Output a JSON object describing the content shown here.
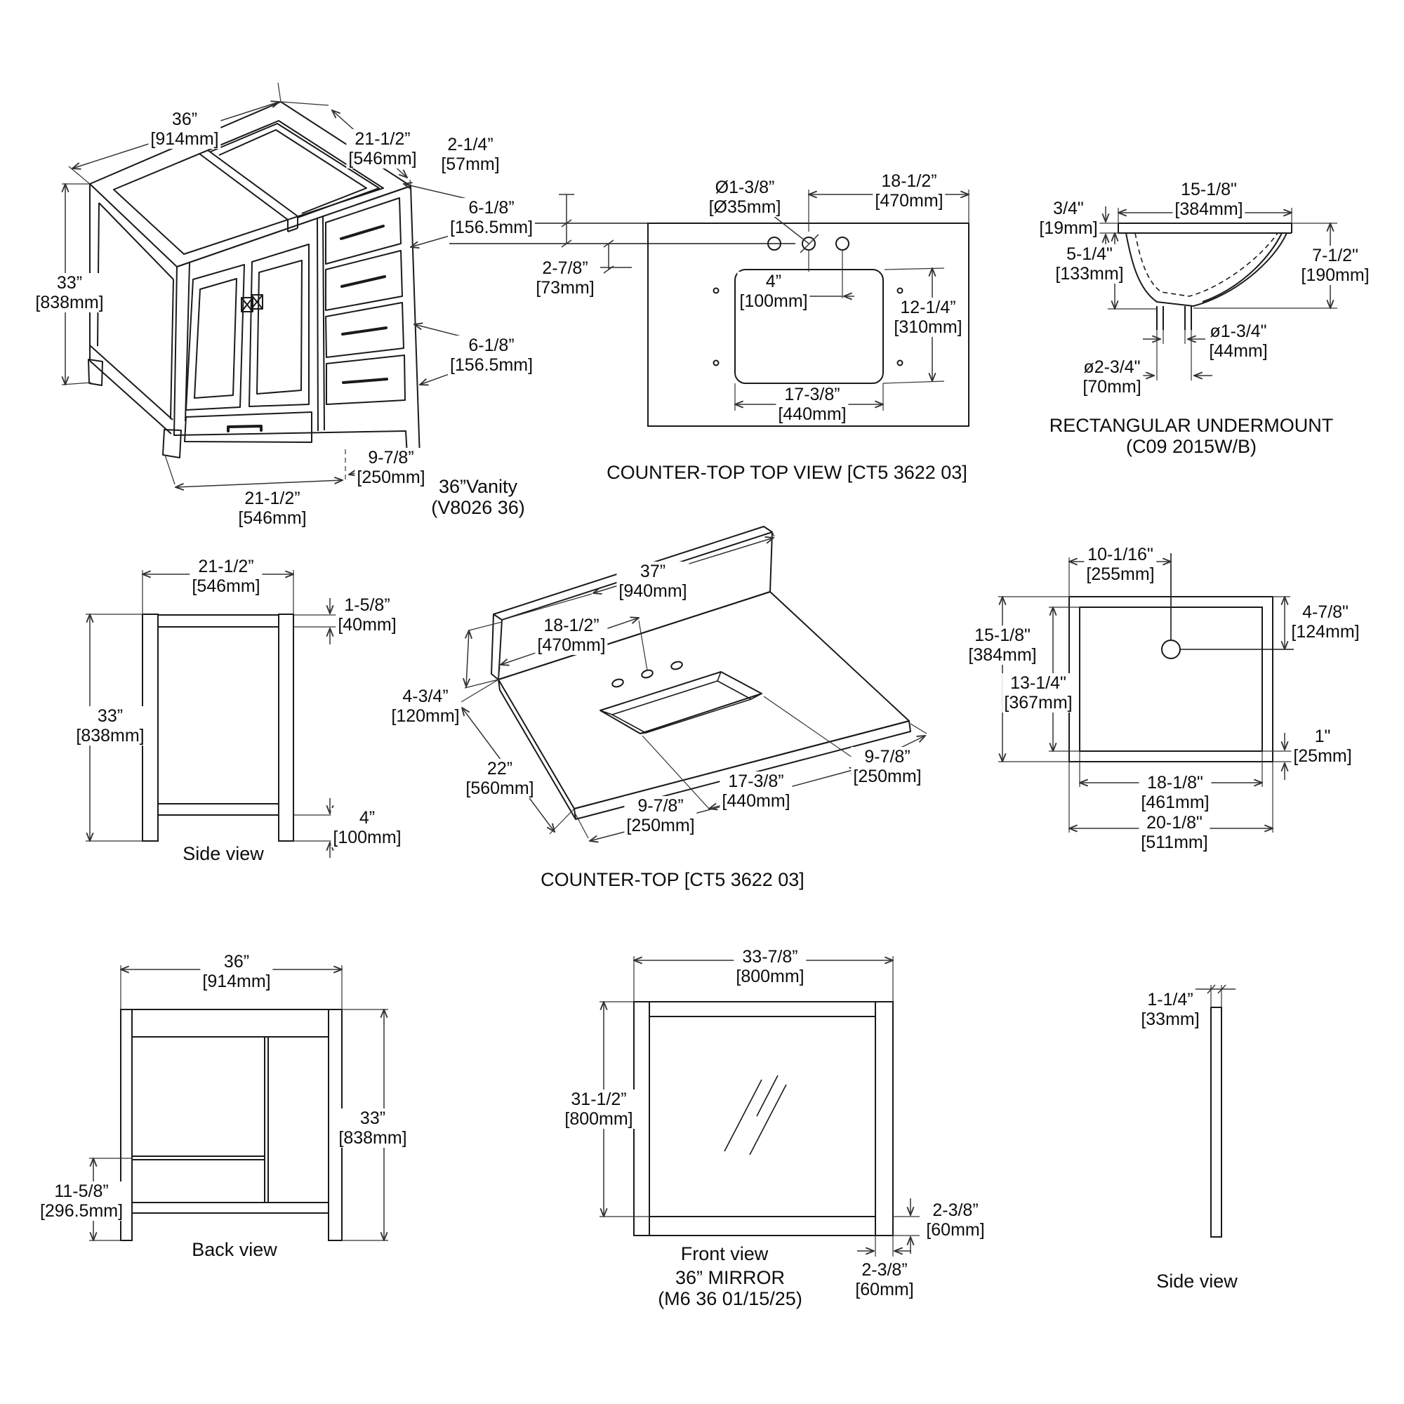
{
  "views": {
    "vanity_iso": {
      "caption": [
        "36”Vanity",
        "(V8026 36)"
      ],
      "dims": {
        "width": [
          "36”",
          "[914mm]"
        ],
        "depth": [
          "21-1/2”",
          "[546mm]"
        ],
        "height": [
          "33”",
          "[838mm]"
        ],
        "drawer_upper": [
          "6-1/8”",
          "[156.5mm]"
        ],
        "drawer_lower": [
          "6-1/8”",
          "[156.5mm]"
        ],
        "toe": [
          "9-7/8”",
          "[250mm]"
        ],
        "base_depth": [
          "21-1/2”",
          "[546mm]"
        ]
      }
    },
    "ct_top": {
      "caption": "COUNTER-TOP TOP VIEW [CT5 3622 03]",
      "dims": {
        "overhang": [
          "2-1/4”",
          "[57mm]"
        ],
        "faucet_dia": [
          "Ø1-3/8”",
          "[Ø35mm]"
        ],
        "hole_to_edge": [
          "18-1/2”",
          "[470mm]"
        ],
        "hole_to_cutout": [
          "2-7/8”",
          "[73mm]"
        ],
        "hole_spacing": [
          "4”",
          "[100mm]"
        ],
        "cutout_depth": [
          "12-1/4”",
          "[310mm]"
        ],
        "cutout_width": [
          "17-3/8”",
          "[440mm]"
        ]
      }
    },
    "undermount": {
      "caption": [
        "RECTANGULAR UNDERMOUNT",
        "(C09 2015W/B)"
      ],
      "dims": {
        "rim_width": [
          "15-1/8\"",
          "[384mm]"
        ],
        "rim_thick": [
          "3/4\"",
          "[19mm]"
        ],
        "bowl_depth": [
          "5-1/4\"",
          "[133mm]"
        ],
        "height": [
          "7-1/2\"",
          "[190mm]"
        ],
        "drain_inner": [
          "ø1-3/4\"",
          "[44mm]"
        ],
        "drain_outer": [
          "ø2-3/4\"",
          "[70mm]"
        ]
      }
    },
    "side_view": {
      "caption": "Side view",
      "dims": {
        "depth": [
          "21-1/2”",
          "[546mm]"
        ],
        "top_rail": [
          "1-5/8”",
          "[40mm]"
        ],
        "height": [
          "33”",
          "[838mm]"
        ],
        "toe_kick": [
          "4”",
          "[100mm]"
        ]
      }
    },
    "ct_persp": {
      "caption": "COUNTER-TOP [CT5 3622 03]",
      "dims": {
        "width": [
          "37”",
          "[940mm]"
        ],
        "splash_span": [
          "18-1/2”",
          "[470mm]"
        ],
        "splash_height": [
          "4-3/4”",
          "[120mm]"
        ],
        "depth": [
          "22”",
          "[560mm]"
        ],
        "left_offset": [
          "9-7/8”",
          "[250mm]"
        ],
        "cutout_width": [
          "17-3/8”",
          "[440mm]"
        ],
        "right_offset": [
          "9-7/8”",
          "[250mm]"
        ]
      }
    },
    "sink_top": {
      "dims": {
        "drain_from_left": [
          "10-1/16\"",
          "[255mm]"
        ],
        "outer_depth": [
          "15-1/8\"",
          "[384mm]"
        ],
        "inner_depth": [
          "13-1/4\"",
          "[367mm]"
        ],
        "drain_from_top": [
          "4-7/8\"",
          "[124mm]"
        ],
        "rim": [
          "1\"",
          "[25mm]"
        ],
        "inner_width": [
          "18-1/8\"",
          "[461mm]"
        ],
        "outer_width": [
          "20-1/8\"",
          "[511mm]"
        ]
      }
    },
    "back_view": {
      "caption": "Back view",
      "dims": {
        "width": [
          "36”",
          "[914mm]"
        ],
        "height": [
          "33”",
          "[838mm]"
        ],
        "shelf_height": [
          "11-5/8”",
          "[296.5mm]"
        ]
      }
    },
    "mirror_front": {
      "caption_view": "Front view",
      "caption_name": [
        "36” MIRROR",
        "(M6 36 01/15/25)"
      ],
      "dims": {
        "width": [
          "33-7/8”",
          "[800mm]"
        ],
        "height": [
          "31-1/2”",
          "[800mm]"
        ],
        "frame_bottom": [
          "2-3/8”",
          "[60mm]"
        ],
        "frame_side": [
          "2-3/8”",
          "[60mm]"
        ]
      }
    },
    "mirror_side": {
      "caption": "Side view",
      "dims": {
        "thickness": [
          "1-1/4”",
          "[33mm]"
        ]
      }
    }
  }
}
